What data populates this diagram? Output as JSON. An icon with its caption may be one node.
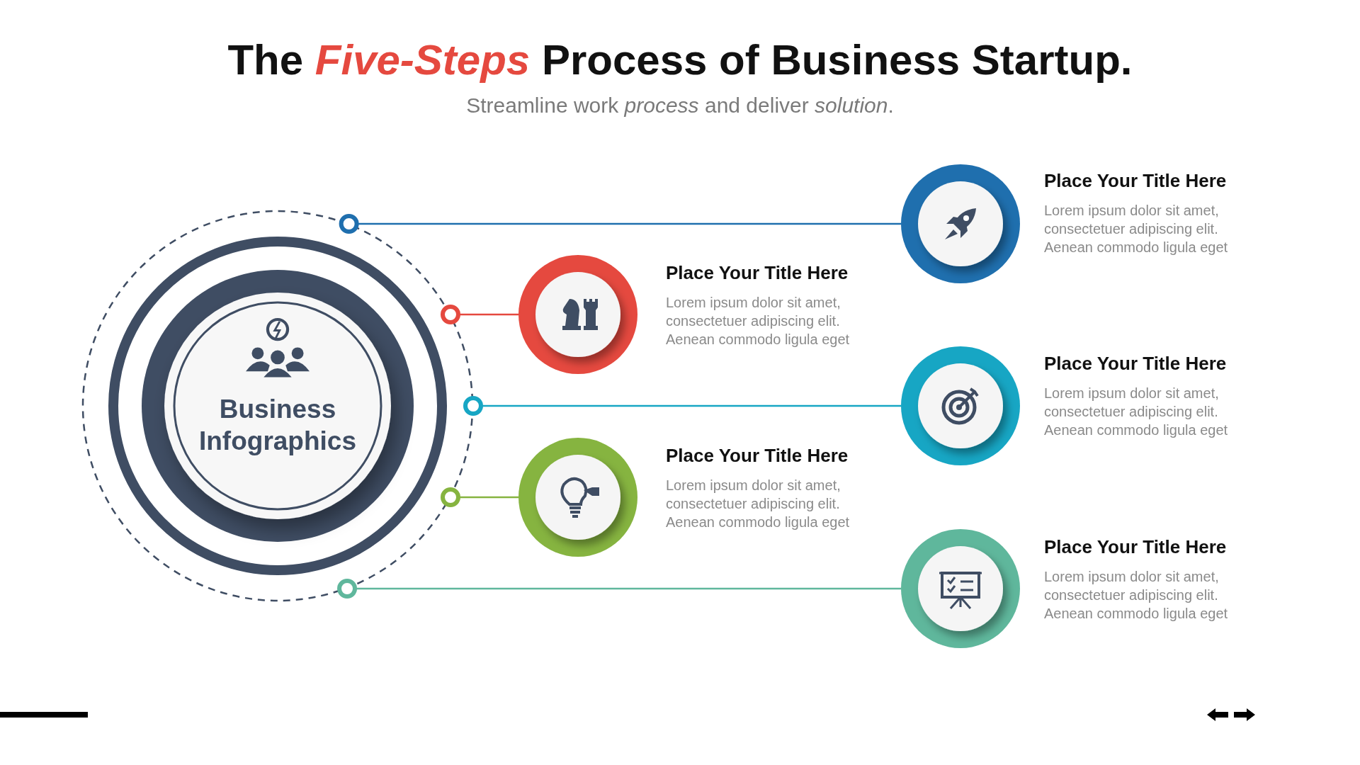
{
  "diagram": {
    "title": "The *Five-Steps* Process of Business Startup.",
    "caption": "Streamline work *process* and deliver *solution*.",
    "nodes": [
      {
        "text": [
          "Business Infographics"
        ]
      },
      {
        "text": [],
        "shape": "circle",
        "beside": [
          "Place Your Title Here",
          "Lorem ipsum dolor sit amet, consectetuer adipiscing elit. Aenean commodo ligula eget"
        ]
      },
      {
        "text": [],
        "shape": "circle",
        "beside": [
          "Place Your Title Here",
          "Lorem ipsum dolor sit amet, consectetuer adipiscing elit. Aenean commodo ligula eget"
        ]
      },
      {
        "text": [],
        "shape": "circle",
        "beside": [
          "Place Your Title Here",
          "Lorem ipsum dolor sit amet, consectetuer adipiscing elit. Aenean commodo ligula eget"
        ]
      },
      {
        "text": [],
        "shape": "circle",
        "beside": [
          "Place Your Title Here",
          "Lorem ipsum dolor sit amet, consectetuer adipiscing elit. Aenean commodo ligula eget"
        ]
      },
      {
        "text": [],
        "shape": "circle",
        "beside": [
          "Place Your Title Here",
          "Lorem ipsum dolor sit amet, consectetuer adipiscing elit. Aenean commodo ligula eget"
        ]
      }
    ],
    "edges": [
      {
        "from": 0,
        "to": 1,
        "arrow": "other",
        "color": "#1f6fae"
      },
      {
        "from": 0,
        "to": 2,
        "arrow": "other",
        "color": "#e5493f"
      },
      {
        "from": 0,
        "to": 3,
        "arrow": "other",
        "color": "#17a6c4"
      },
      {
        "from": 0,
        "to": 4,
        "arrow": "other",
        "color": "#86b440"
      },
      {
        "from": 0,
        "to": 5,
        "arrow": "other",
        "color": "#5fb79c"
      }
    ]
  }
}
